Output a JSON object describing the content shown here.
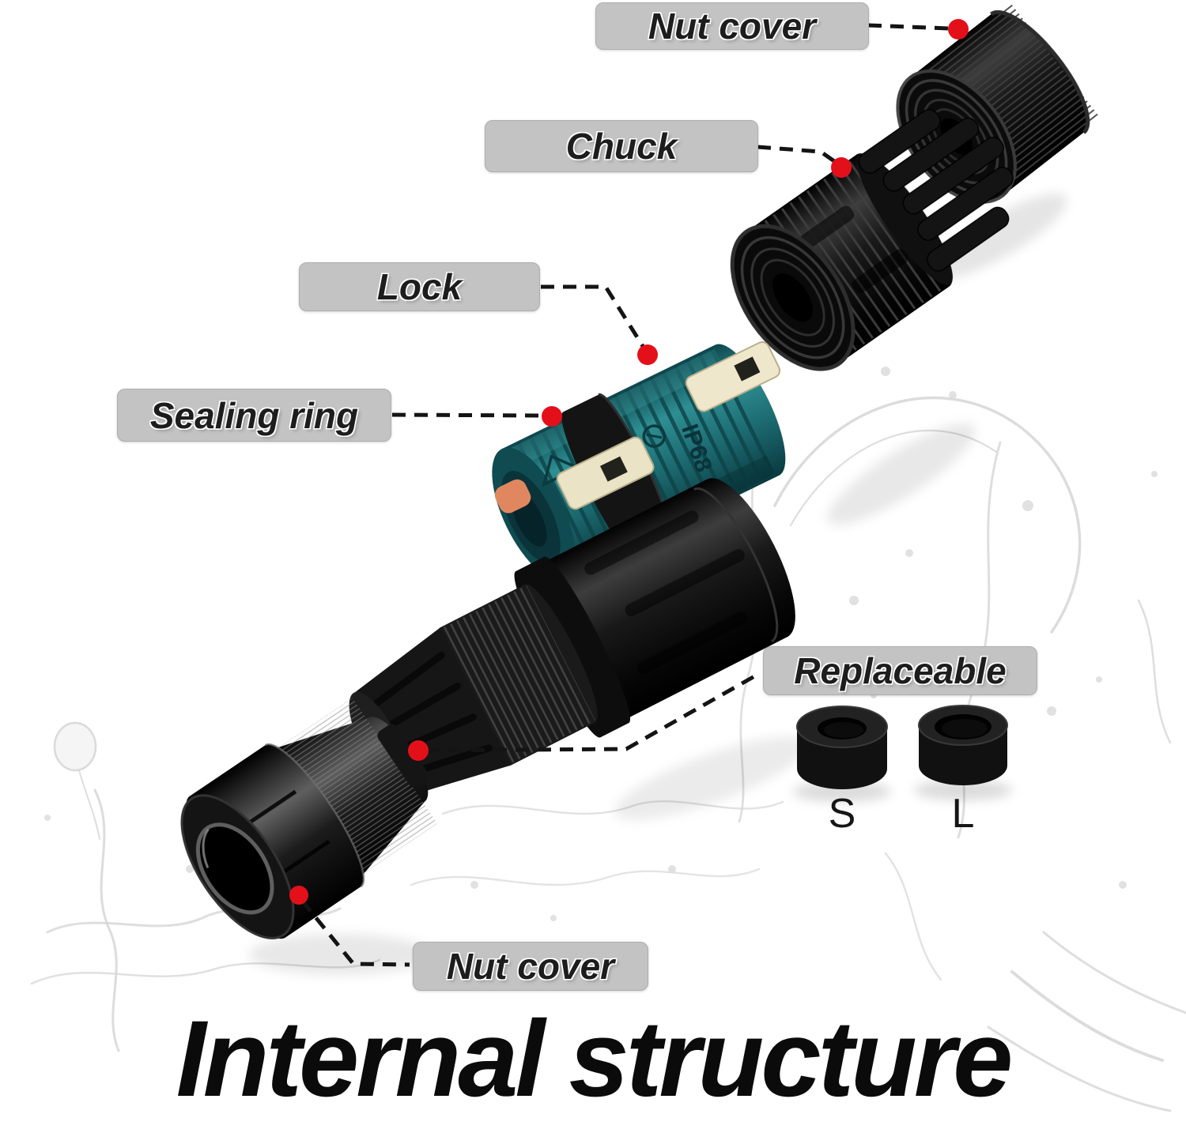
{
  "title": "Internal structure",
  "labels": {
    "nut_cover_top": "Nut cover",
    "chuck": "Chuck",
    "lock": "Lock",
    "sealing_ring": "Sealing ring",
    "replaceable": "Replaceable",
    "nut_cover_bottom": "Nut cover"
  },
  "rings": {
    "small_label": "S",
    "large_label": "L"
  },
  "markings": {
    "ip_rating": "IP68"
  },
  "colors": {
    "background": "#ffffff",
    "label_bg": "#c3c3c3",
    "label_border": "#aeaeae",
    "label_text": "#1d1d1d",
    "callout_line": "#141414",
    "callout_dot": "#e3101a",
    "part_black": "#161616",
    "part_teal": "#1d6b71",
    "lock_tab_cream": "#efe7cc",
    "wire_orange": "#e0875f",
    "tab_blue": "#4b7d9b",
    "title_color": "#0b0b0b",
    "splash_gray": "#d6d6d6"
  }
}
